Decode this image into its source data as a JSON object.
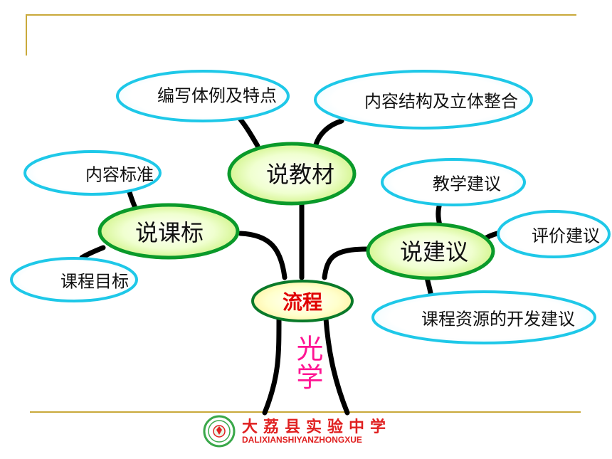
{
  "center": {
    "label": "流程",
    "subtitle": "光学"
  },
  "branches": {
    "textbook": {
      "label": "说教材",
      "leaf_1": "编写体例及特点",
      "leaf_2": "内容结构及立体整合"
    },
    "standard": {
      "label": "说课标",
      "leaf_1": "内容标准",
      "leaf_2": "课程目标"
    },
    "advice": {
      "label": "说建议",
      "leaf_1": "教学建议",
      "leaf_2": "评价建议",
      "leaf_3": "课程资源的开发建议"
    }
  },
  "footer": {
    "school_name": "大荔县实验中学",
    "school_pinyin": "DALIXIANSHIYANZHONGXUE",
    "logo_icon": "school-emblem-icon"
  },
  "colors": {
    "node_fill": "#d9ff80",
    "node_stroke": "#0a9a2a",
    "leaf_stroke": "#1ec8e8",
    "leaf_fill": "#ffffff",
    "center_fill": "#ffffcc",
    "accent": "#c9a93b",
    "branch": "#000000"
  }
}
